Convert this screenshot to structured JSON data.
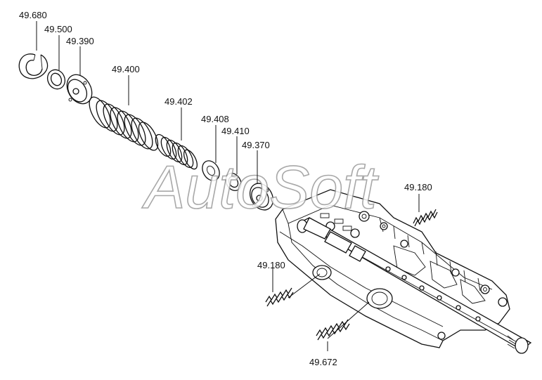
{
  "watermark": "AutoSoft",
  "labels": {
    "p49680": "49.680",
    "p49500": "49.500",
    "p49390": "49.390",
    "p49400": "49.400",
    "p49402": "49.402",
    "p49408": "49.408",
    "p49410": "49.410",
    "p49370": "49.370",
    "p49180a": "49.180",
    "p49180b": "49.180",
    "p49672": "49.672"
  },
  "colors": {
    "ink": "#111111",
    "watermark_stroke": "#9a9a9a",
    "background": "#ffffff"
  }
}
